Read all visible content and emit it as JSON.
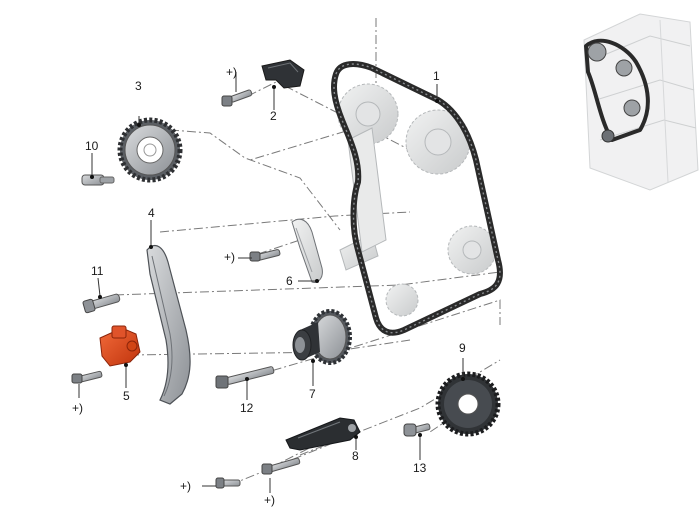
{
  "diagram": {
    "callouts": [
      {
        "id": "c1",
        "text": "1"
      },
      {
        "id": "c2",
        "text": "2"
      },
      {
        "id": "c3",
        "text": "3"
      },
      {
        "id": "c4",
        "text": "4"
      },
      {
        "id": "c5",
        "text": "5"
      },
      {
        "id": "c6",
        "text": "6"
      },
      {
        "id": "c7",
        "text": "7"
      },
      {
        "id": "c8",
        "text": "8"
      },
      {
        "id": "c9",
        "text": "9"
      },
      {
        "id": "c10",
        "text": "10"
      },
      {
        "id": "c11",
        "text": "11"
      },
      {
        "id": "c12",
        "text": "12"
      },
      {
        "id": "c13",
        "text": "13"
      }
    ],
    "torque_marks": [
      {
        "id": "t1",
        "text": "+)"
      },
      {
        "id": "t2",
        "text": "+)"
      },
      {
        "id": "t3",
        "text": "+)"
      },
      {
        "id": "t4",
        "text": "+)"
      },
      {
        "id": "t5",
        "text": "+)"
      }
    ],
    "colors": {
      "highlight_part": "#e8471a",
      "chain": "#2a2a2a",
      "part_grey": "#b9bcbf",
      "part_dark": "#6c7075",
      "leader": "#444444"
    }
  }
}
